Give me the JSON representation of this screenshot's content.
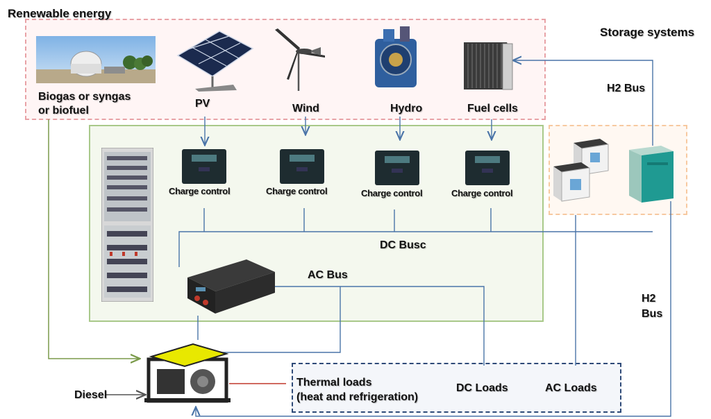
{
  "title": "Renewable energy",
  "storage_title": "Storage systems",
  "sources": {
    "biogas": "Biogas or syngas",
    "biogas_line2": "or  biofuel",
    "pv": "PV",
    "wind": "Wind",
    "hydro": "Hydro",
    "fuel_cells": "Fuel cells"
  },
  "charge_controls": [
    "Charge control",
    "Charge control",
    "Charge control",
    "Charge control"
  ],
  "buses": {
    "dc": "DC Busc",
    "ac": "AC Bus",
    "h2_top": "H2 Bus",
    "h2_side_1": "H2",
    "h2_side_2": "Bus"
  },
  "diesel": "Diesel",
  "loads": {
    "thermal_1": "Thermal loads",
    "thermal_2": "(heat and refrigeration)",
    "dc": "DC Loads",
    "ac": "AC Loads"
  },
  "colors": {
    "arrow_blue": "#4a74a8",
    "arrow_green": "#7a9a4a",
    "thermal_red": "#c0392b",
    "renewable_border": "#e8a2a6",
    "system_border": "#a9c98a",
    "storage_border": "#f7c9a0",
    "loads_border": "#2e4a78"
  }
}
